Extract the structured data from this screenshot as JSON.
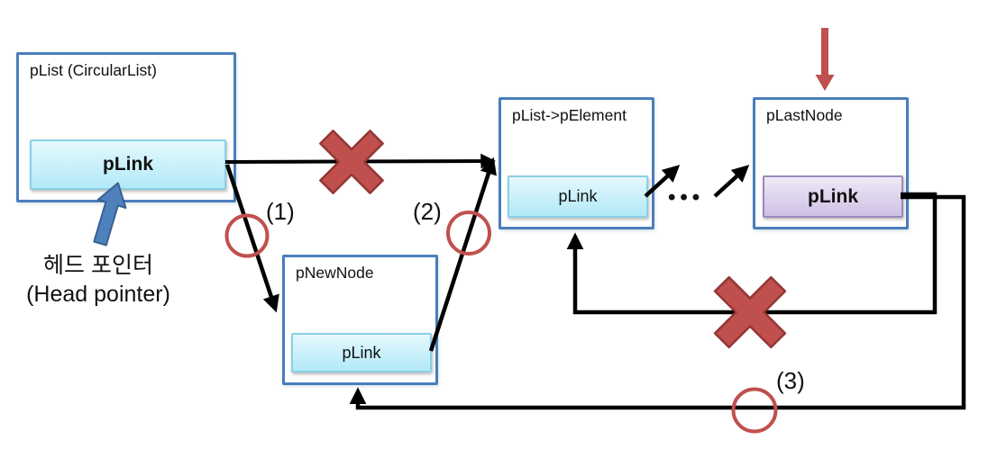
{
  "diagram": {
    "nodes": [
      {
        "title": "pList (CircularList)",
        "field": "pLink"
      },
      {
        "title": "pNewNode",
        "field": "pLink"
      },
      {
        "title": "pList->pElement",
        "field": "pLink"
      },
      {
        "title": "pLastNode",
        "field": "pLink"
      }
    ],
    "head_pointer_caption": {
      "korean": "헤드 포인터",
      "english": "(Head pointer)"
    },
    "step_labels": {
      "step1": "(1)",
      "step2": "(2)",
      "step3": "(3)"
    },
    "ellipsis": "•••",
    "colors": {
      "node_border": "#4a7ebb",
      "link_cyan_top": "#e4f8fd",
      "link_cyan_mid": "#c9f0fa",
      "link_cyan_bottom": "#b2e9f8",
      "link_cyan_border": "#8ccfe5",
      "link_purple_top": "#efe9f6",
      "link_purple_bottom": "#cfc0e4",
      "link_purple_border": "#9c88bd",
      "arrow_black": "#000000",
      "accent_red": "#c0504d",
      "accent_red_dark": "#943634",
      "pointer_blue": "#4f81bd",
      "pointer_blue_dark": "#38618f",
      "text_black": "#111111"
    }
  }
}
